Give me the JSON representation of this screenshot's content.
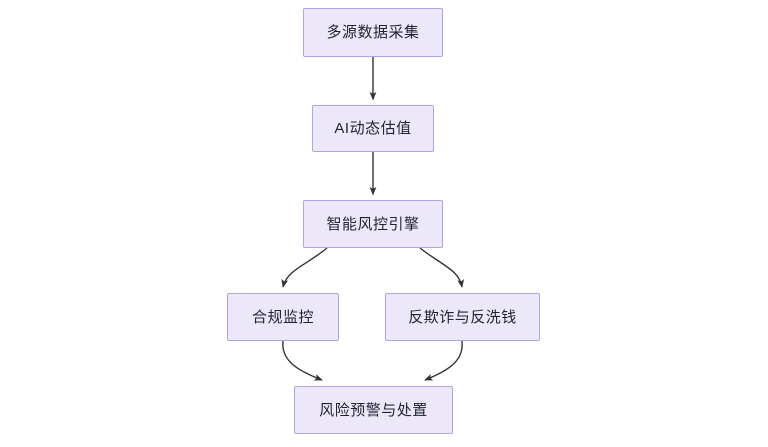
{
  "diagram": {
    "type": "flowchart",
    "direction": "top-down",
    "background_color": "#FFFFFF",
    "node_fill_color": "#ECE8FA",
    "node_border_color": "#B3A3E0",
    "node_text_color": "#1F2430",
    "edge_color": "#333333",
    "nodes": [
      {
        "id": "collect",
        "label": "多源数据采集"
      },
      {
        "id": "valuation",
        "label": "AI动态估值"
      },
      {
        "id": "riskengine",
        "label": "智能风控引擎"
      },
      {
        "id": "compliance",
        "label": "合规监控"
      },
      {
        "id": "antifraud",
        "label": "反欺诈与反洗钱"
      },
      {
        "id": "alert",
        "label": "风险预警与处置"
      }
    ],
    "edges": [
      {
        "from": "collect",
        "to": "valuation",
        "style": "straight-arrow"
      },
      {
        "from": "valuation",
        "to": "riskengine",
        "style": "straight-arrow"
      },
      {
        "from": "riskengine",
        "to": "compliance",
        "style": "curved-arrow"
      },
      {
        "from": "riskengine",
        "to": "antifraud",
        "style": "curved-arrow"
      },
      {
        "from": "compliance",
        "to": "alert",
        "style": "curved-arrow"
      },
      {
        "from": "antifraud",
        "to": "alert",
        "style": "curved-arrow"
      }
    ]
  }
}
